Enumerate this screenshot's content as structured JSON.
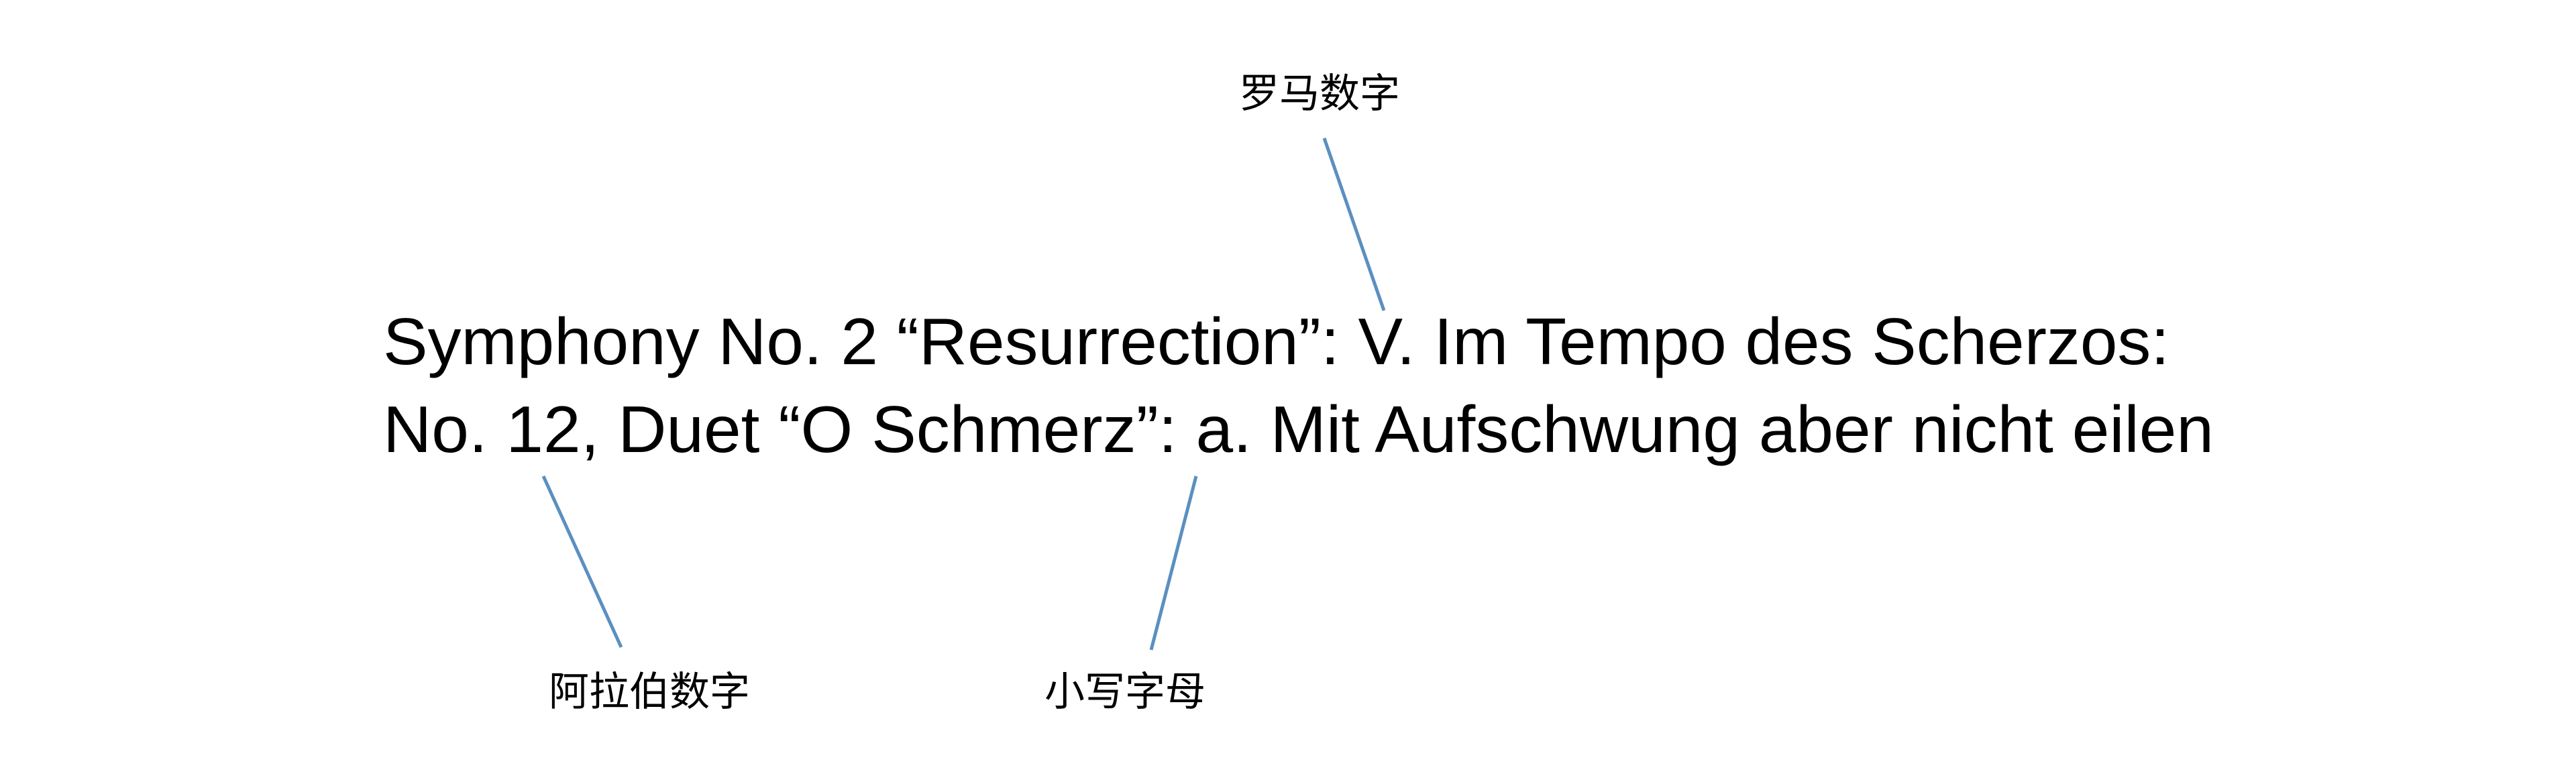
{
  "text_lines": [
    "Symphony No. 2 “Resurrection”: V. Im Tempo des Scherzos:",
    "No. 12, Duet “O Schmerz”: a. Mit Aufschwung aber nicht eilen"
  ],
  "labels": {
    "roman": "罗马数字",
    "arabic": "阿拉伯数字",
    "lowercase": "小写字母"
  },
  "colors": {
    "leader_line": "#5b8fc0",
    "text": "#000000"
  }
}
